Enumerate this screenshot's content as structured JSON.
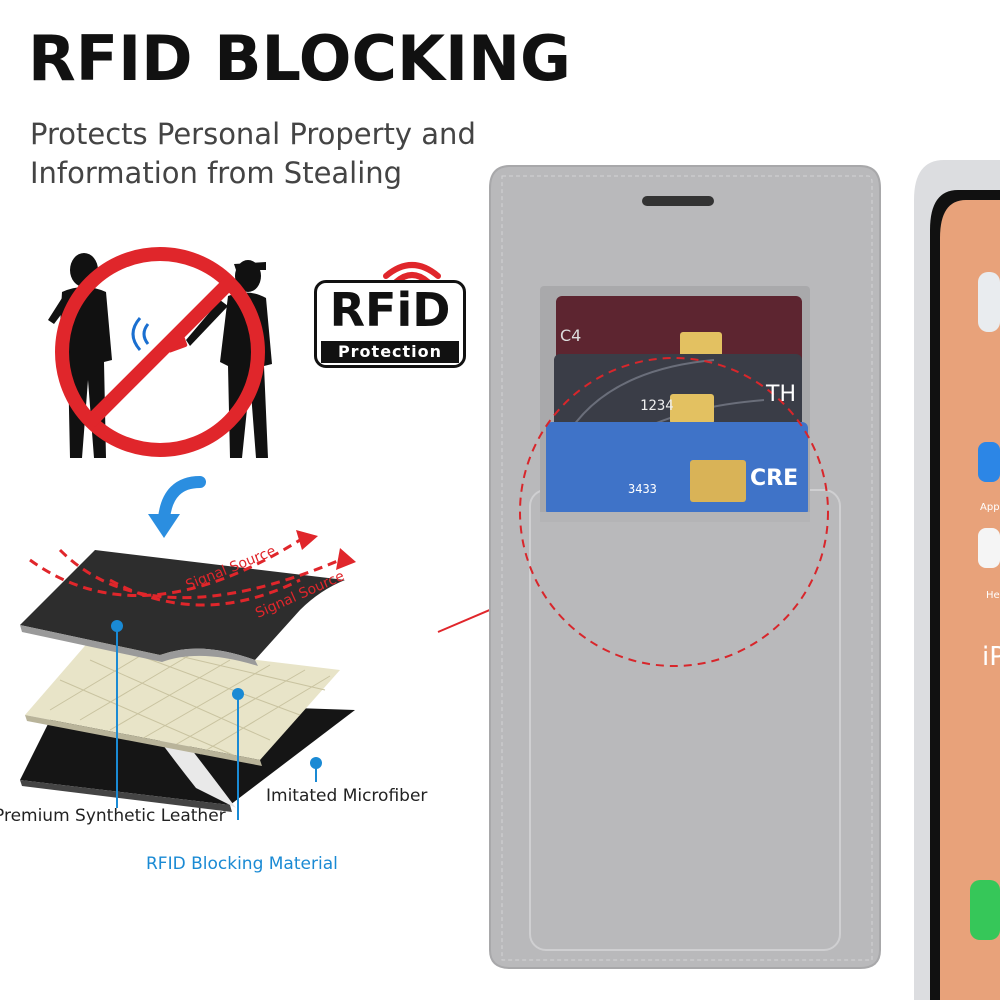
{
  "header": {
    "title": "RFID BLOCKING",
    "subtitle_line1": "Protects Personal Property and",
    "subtitle_line2": "Information from Stealing"
  },
  "badge": {
    "word": "RFiD",
    "caption": "Protection"
  },
  "signals": {
    "label_1": "Signal Source",
    "label_2": "Signal Source"
  },
  "layers": {
    "outer": "Premium Synthetic Leather",
    "inner": "Imitated Microfiber",
    "middle": "RFID Blocking Material"
  },
  "cards": {
    "card1_text": "C4",
    "card2_text": "TH",
    "card2_number": "1234",
    "card3_text": "CRE",
    "card3_number": "3433"
  },
  "phone_screen": {
    "app_label_1": "App",
    "app_label_2": "He",
    "brand_fragment": "iP"
  },
  "colors": {
    "accent_blue": "#1a8ad4",
    "warning_red": "#d8262b",
    "case_grey": "#b9b9bb"
  }
}
